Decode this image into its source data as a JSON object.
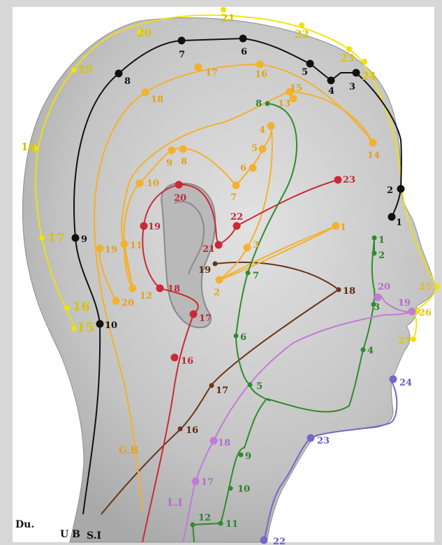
{
  "colors": {
    "background": "#d7d7d7",
    "paper": "#ffffff",
    "skin": "#c6c6c6",
    "du": "#f2e200",
    "ub": "#111111",
    "gb": "#f3b12d",
    "si": "#6b3517",
    "te": "#cc2936",
    "st": "#2e8b2e",
    "li": "#c07bd6",
    "ren": "#7766c9"
  },
  "meridians": {
    "du": {
      "label": "Du.",
      "points": [
        "15",
        "16",
        "17",
        "18",
        "19",
        "20",
        "21",
        "22",
        "23",
        "24",
        "25",
        "26",
        "27"
      ]
    },
    "ub": {
      "label": "U B",
      "points": [
        "2",
        "3",
        "4",
        "5",
        "6",
        "7",
        "8",
        "9",
        "10",
        "1"
      ]
    },
    "si": {
      "label": "S.I",
      "points": [
        "16",
        "17",
        "18",
        "19"
      ]
    },
    "gb": {
      "label": "G.B",
      "points": [
        "1",
        "2",
        "3",
        "4",
        "5",
        "6",
        "7",
        "8",
        "9",
        "10",
        "11",
        "12",
        "13",
        "14",
        "15",
        "16",
        "17",
        "18",
        "19",
        "20"
      ]
    },
    "te": {
      "label": "",
      "points": [
        "16",
        "17",
        "18",
        "19",
        "20",
        "21",
        "22",
        "23"
      ]
    },
    "st": {
      "label": "",
      "points": [
        "1",
        "2",
        "3",
        "4",
        "5",
        "6",
        "7",
        "8",
        "9",
        "10",
        "11",
        "12"
      ]
    },
    "li": {
      "label": "L.I",
      "points": [
        "17",
        "18",
        "19",
        "20"
      ]
    },
    "ren": {
      "label": "",
      "points": [
        "22",
        "23",
        "24"
      ]
    }
  }
}
